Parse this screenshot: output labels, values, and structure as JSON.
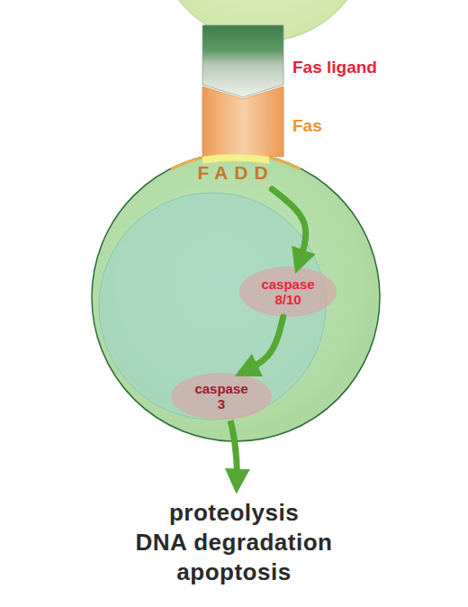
{
  "diagram": {
    "nodes": [
      {
        "text": [
          "Fas ligand"
        ]
      },
      {
        "text": [
          "Fas"
        ]
      },
      {
        "text": [
          "FADD"
        ]
      },
      {
        "text": [
          "caspase 8/10"
        ]
      },
      {
        "text": [
          "caspase 3"
        ]
      }
    ],
    "edges": [
      {
        "from": 2,
        "to": 3,
        "arrow": "to"
      },
      {
        "from": 3,
        "to": 4,
        "arrow": "to"
      }
    ],
    "labels": [
      "proteolysis",
      "DNA degradation",
      "apoptosis"
    ]
  }
}
